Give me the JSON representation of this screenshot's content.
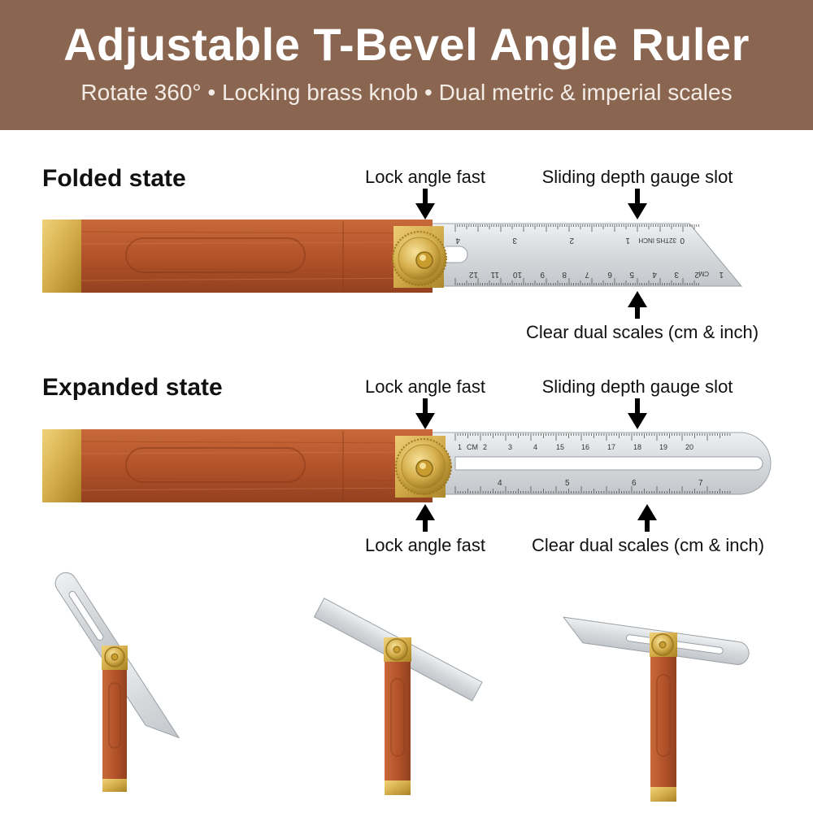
{
  "banner": {
    "title": "Adjustable T-Bevel Angle Ruler",
    "subtitle": "Rotate 360° • Locking brass knob • Dual metric & imperial scales"
  },
  "folded": {
    "label": "Folded state",
    "callout_lock": "Lock angle fast",
    "callout_slot": "Sliding depth gauge slot",
    "callout_scales": "Clear dual scales (cm & inch)",
    "scale_inch": [
      "0",
      "1",
      "2",
      "3",
      "4"
    ],
    "scale_cm": [
      "1",
      "2",
      "3",
      "4",
      "5",
      "6",
      "7",
      "8",
      "9",
      "10",
      "11",
      "12"
    ],
    "unit_inch": "INCH",
    "unit_32": "32THS",
    "unit_cm": "CM"
  },
  "expanded": {
    "label": "Expanded state",
    "callout_lock_top": "Lock angle fast",
    "callout_slot": "Sliding depth gauge slot",
    "callout_lock_bottom": "Lock angle fast",
    "callout_scales": "Clear dual scales (cm & inch)",
    "scale_cm": [
      "1",
      "2",
      "3",
      "4",
      "15",
      "16",
      "17",
      "18",
      "19",
      "20"
    ],
    "scale_inch": [
      "4",
      "5",
      "6",
      "7"
    ],
    "unit_cm": "CM"
  },
  "colors": {
    "banner": "#8a6650",
    "wood": "#b4532a",
    "wood_dark": "#8f3c1c",
    "brass": "#d4ad4a",
    "steel": "#d9dcdf"
  }
}
